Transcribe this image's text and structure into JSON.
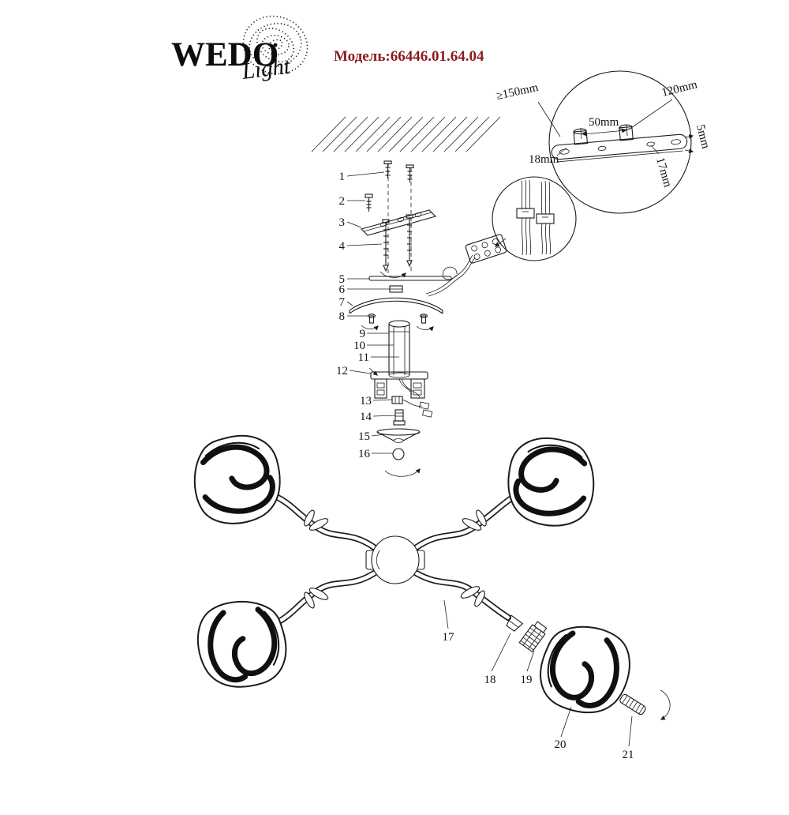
{
  "brand": {
    "wordmark": "WEDO",
    "sub": "Light"
  },
  "model": {
    "label": "Модель:66446.01.64.04"
  },
  "detail": {
    "dim_min_clearance": "≥150mm",
    "dim_length": "120mm",
    "dim_hole_spacing": "50mm",
    "dim_thickness": "5mm",
    "dim_left_offset": "18mm",
    "dim_right_offset": "17mm"
  },
  "parts": {
    "exploded": [
      "1",
      "2",
      "3",
      "4",
      "5",
      "6",
      "7",
      "8",
      "9",
      "10",
      "11",
      "12",
      "13",
      "14",
      "15",
      "16"
    ],
    "assembly": [
      "17",
      "18",
      "19",
      "20",
      "21"
    ]
  },
  "colors": {
    "model_text": "#8b1c1c",
    "ink": "#1c1c1c"
  }
}
